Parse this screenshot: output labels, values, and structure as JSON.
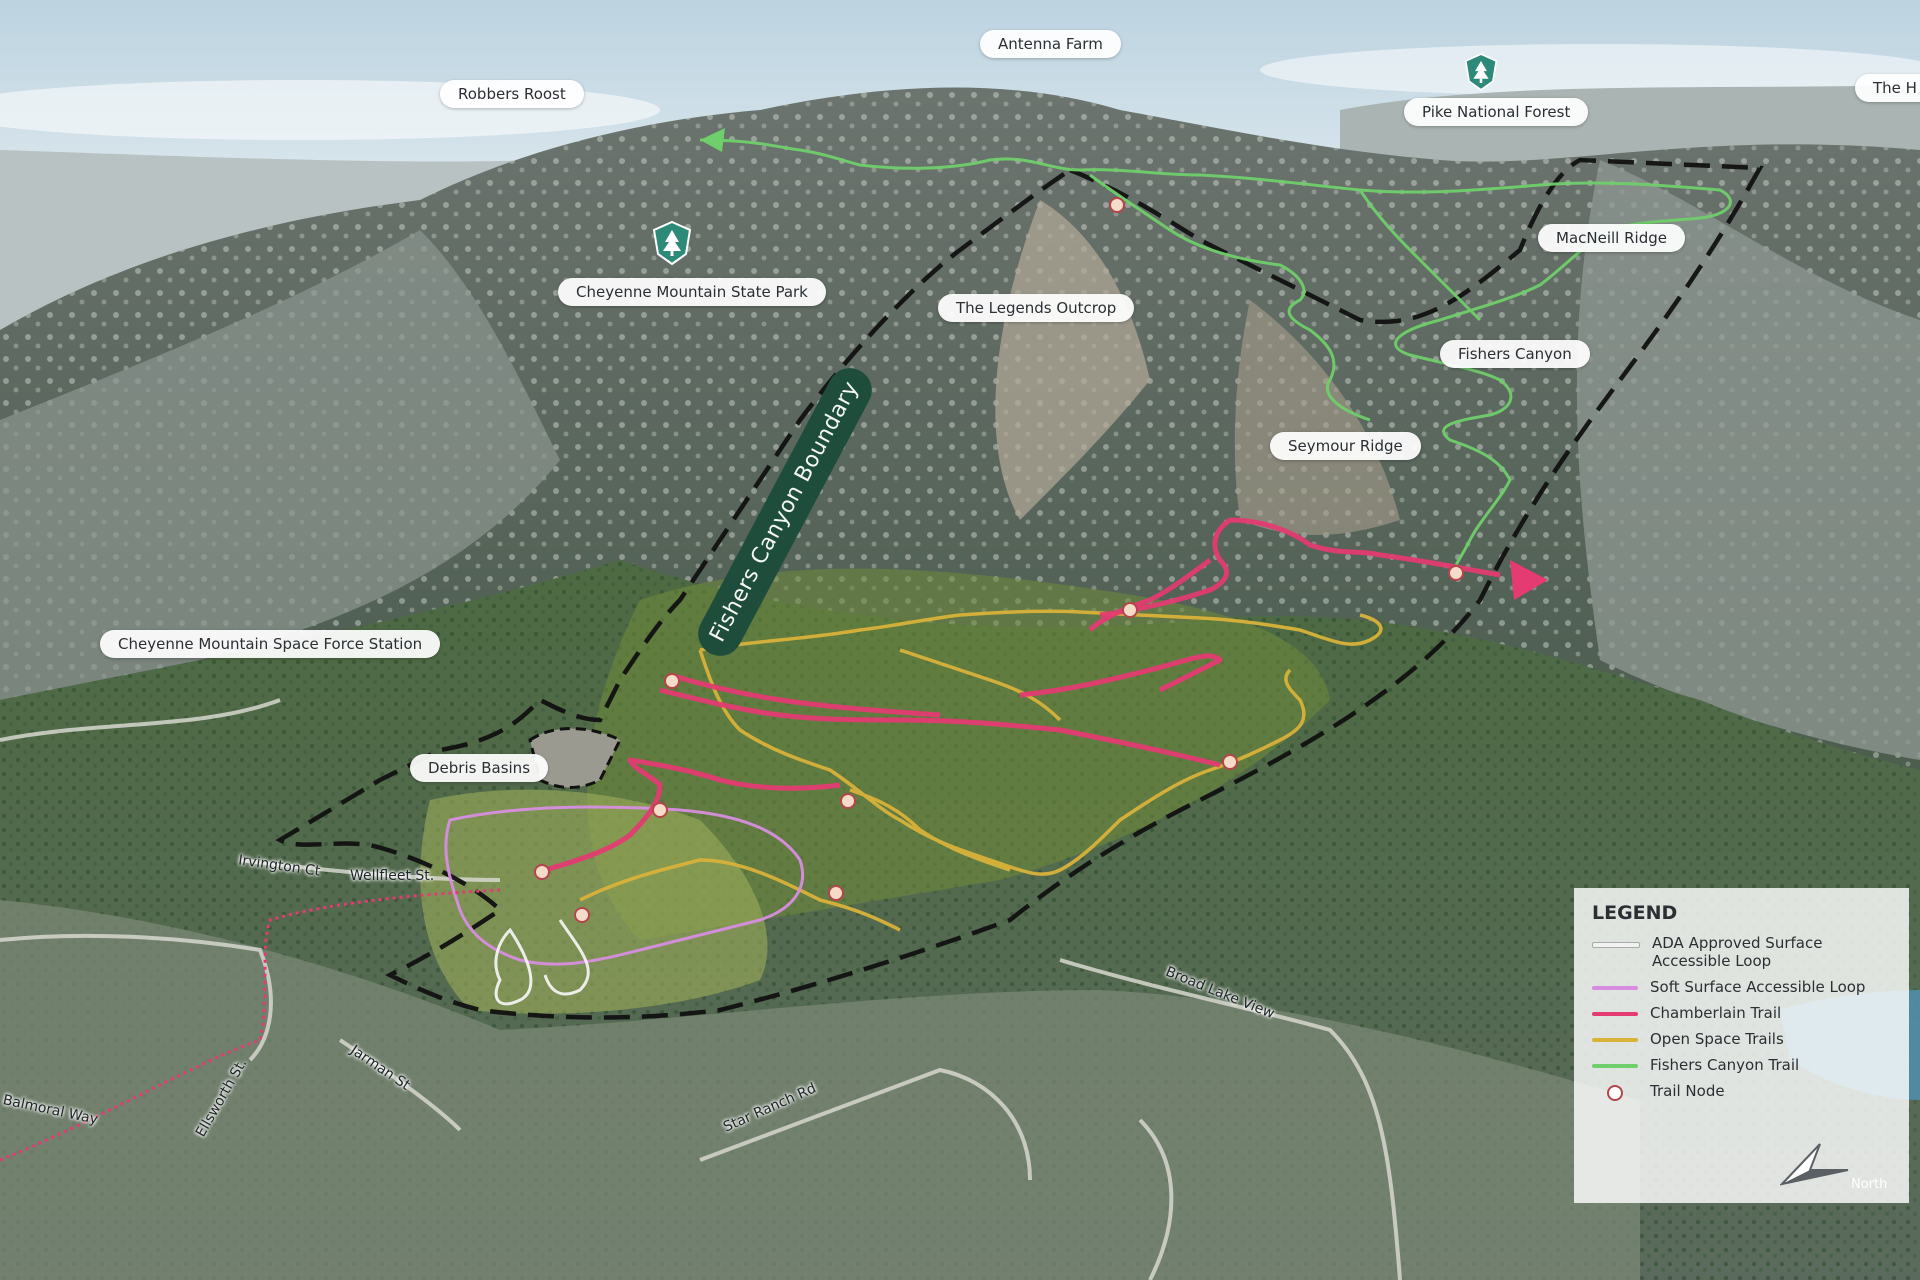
{
  "places": {
    "antenna_farm": "Antenna Farm",
    "robbers_roost": "Robbers Roost",
    "pike_forest": "Pike National Forest",
    "the_h": "The H",
    "macneill_ridge": "MacNeill Ridge",
    "state_park": "Cheyenne Mountain State Park",
    "legends_outcrop": "The Legends Outcrop",
    "fishers_canyon": "Fishers Canyon",
    "seymour_ridge": "Seymour Ridge",
    "space_force": "Cheyenne Mountain Space Force Station",
    "debris_basins": "Debris Basins",
    "boundary": "Fishers Canyon Boundary"
  },
  "streets": {
    "irvington": "Irvington Ct",
    "wellfleet": "Wellfleet St.",
    "broad_lake": "Broad Lake View",
    "star_ranch": "Star Ranch Rd",
    "jarman": "Jarman St",
    "ellsworth": "Ellsworth St.",
    "balmoral": "Balmoral Way"
  },
  "legend": {
    "title": "LEGEND",
    "items": [
      {
        "label_1": "ADA Approved Surface",
        "label_2": "Accessible Loop",
        "color": "#f2f2f2"
      },
      {
        "label_1": "Soft Surface Accessible Loop",
        "label_2": "",
        "color": "#d88ee0"
      },
      {
        "label_1": "Chamberlain Trail",
        "label_2": "",
        "color": "#e33b72"
      },
      {
        "label_1": "Open Space Trails",
        "label_2": "",
        "color": "#d9b23a"
      },
      {
        "label_1": "Fishers Canyon Trail",
        "label_2": "",
        "color": "#6fcf6a"
      }
    ],
    "node_label": "Trail Node",
    "node_color": "#b5454a"
  },
  "north_label": "North",
  "icons": {
    "park": "pine-tree-icon",
    "north": "north-arrow-icon"
  }
}
